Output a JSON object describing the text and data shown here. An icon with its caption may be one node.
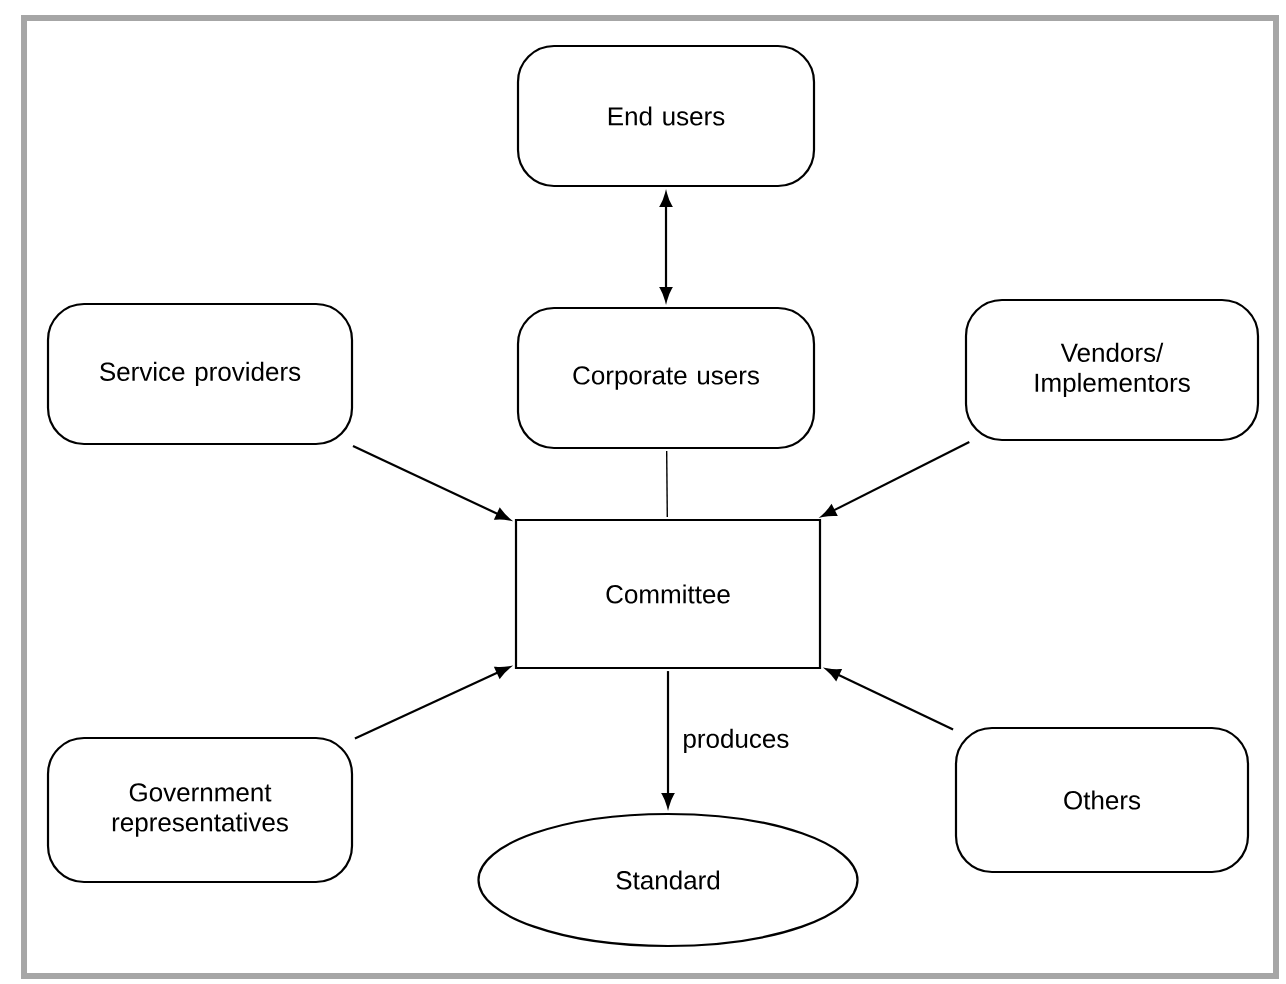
{
  "diagram": {
    "nodes": [
      {
        "text": [
          "End users"
        ]
      },
      {
        "text": [
          "Service providers"
        ]
      },
      {
        "text": [
          "Corporate users"
        ]
      },
      {
        "text": [
          "Vendors/ Implementors"
        ]
      },
      {
        "text": [
          "Committee"
        ]
      },
      {
        "text": [
          "Government representatives"
        ]
      },
      {
        "text": [
          "Others"
        ]
      },
      {
        "text": [
          "Standard"
        ]
      }
    ],
    "edges": [
      {
        "from": 0,
        "to": 2,
        "arrow": "both"
      },
      {
        "from": 1,
        "to": 4,
        "arrow": "to"
      },
      {
        "from": 2,
        "to": 4,
        "arrow": "none"
      },
      {
        "from": 3,
        "to": 4,
        "arrow": "to"
      },
      {
        "from": 5,
        "to": 4,
        "arrow": "to"
      },
      {
        "from": 6,
        "to": 4,
        "arrow": "to"
      },
      {
        "from": 4,
        "to": 7,
        "arrow": "to",
        "label": "produces"
      }
    ]
  }
}
